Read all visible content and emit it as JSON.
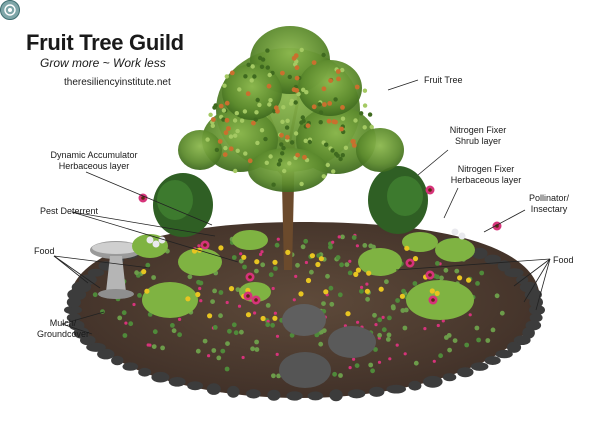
{
  "header": {
    "title": "Fruit Tree Guild",
    "subtitle": "Grow more ~ Work less",
    "website": "theresiliencyinstitute.net"
  },
  "labels": {
    "fruit_tree": "Fruit Tree",
    "nitrogen_fixer_shrub": [
      "Nitrogen Fixer",
      "Shrub layer"
    ],
    "nitrogen_fixer_herbaceous": [
      "Nitrogen Fixer",
      "Herbaceous layer"
    ],
    "dynamic_accumulator": [
      "Dynamic Accumulator",
      "Herbaceous layer"
    ],
    "pest_deterrent": "Pest Deterrent",
    "pollinator": [
      "Pollinator/",
      "Insectary"
    ],
    "food_left": "Food",
    "food_right": "Food",
    "mulch": [
      "Mulch/",
      "Groundcover"
    ]
  },
  "colors": {
    "canopy": "#5f8f2f",
    "canopy_light": "#86b24a",
    "fruit": "#c9702e",
    "trunk": "#6b4a2c",
    "mulch": "#5a4037",
    "stone": "#3c3c3c",
    "groundcover": "#4f8a3a",
    "flower_pink": "#d6337a",
    "flower_yellow": "#e8c521",
    "line": "#222222"
  },
  "icons": {
    "logo": "resiliency-logo-icon"
  }
}
